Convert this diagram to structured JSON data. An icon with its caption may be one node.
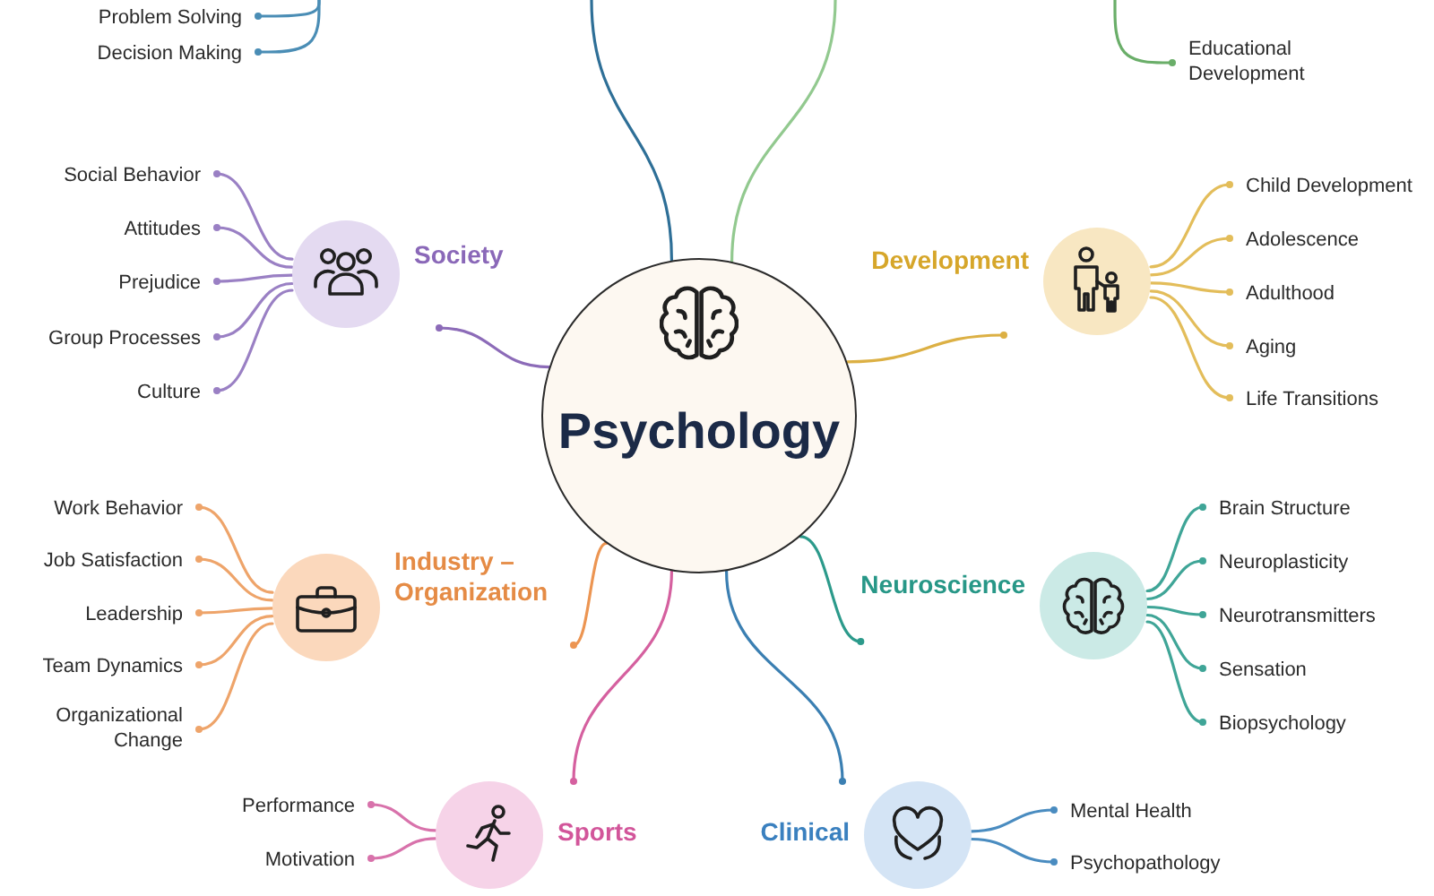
{
  "diagram": {
    "nodes": [
      {
        "text": [
          "Psychology"
        ]
      },
      {
        "text": [
          "Problem Solving"
        ]
      },
      {
        "text": [
          "Decision Making"
        ]
      },
      {
        "text": [
          "Educational Development"
        ]
      },
      {
        "text": [
          "Society"
        ]
      },
      {
        "text": [
          "Social Behavior"
        ]
      },
      {
        "text": [
          "Attitudes"
        ]
      },
      {
        "text": [
          "Prejudice"
        ]
      },
      {
        "text": [
          "Group Processes"
        ]
      },
      {
        "text": [
          "Culture"
        ]
      },
      {
        "text": [
          "Development"
        ]
      },
      {
        "text": [
          "Child Development"
        ]
      },
      {
        "text": [
          "Adolescence"
        ]
      },
      {
        "text": [
          "Adulthood"
        ]
      },
      {
        "text": [
          "Aging"
        ]
      },
      {
        "text": [
          "Life Transitions"
        ]
      },
      {
        "text": [
          "Industry – Organization"
        ]
      },
      {
        "text": [
          "Work Behavior"
        ]
      },
      {
        "text": [
          "Job Satisfaction"
        ]
      },
      {
        "text": [
          "Leadership"
        ]
      },
      {
        "text": [
          "Team Dynamics"
        ]
      },
      {
        "text": [
          "Organizational Change"
        ]
      },
      {
        "text": [
          "Neuroscience"
        ]
      },
      {
        "text": [
          "Brain Structure"
        ]
      },
      {
        "text": [
          "Neuroplasticity"
        ]
      },
      {
        "text": [
          "Neurotransmitters"
        ]
      },
      {
        "text": [
          "Sensation"
        ]
      },
      {
        "text": [
          "Biopsychology"
        ]
      },
      {
        "text": [
          "Sports"
        ]
      },
      {
        "text": [
          "Performance"
        ]
      },
      {
        "text": [
          "Motivation"
        ]
      },
      {
        "text": [
          "Clinical"
        ]
      },
      {
        "text": [
          "Mental Health"
        ]
      },
      {
        "text": [
          "Psychopathology"
        ]
      }
    ],
    "edges": [
      {
        "from": 0,
        "to": null,
        "arrow": "none",
        "color": "#2e6f97"
      },
      {
        "from": 0,
        "to": null,
        "arrow": "none",
        "color": "#92c98f"
      },
      {
        "from": null,
        "to": 1,
        "arrow": "other",
        "color": "#4a8db5"
      },
      {
        "from": null,
        "to": 2,
        "arrow": "other",
        "color": "#4a8db5"
      },
      {
        "from": null,
        "to": 3,
        "arrow": "other",
        "color": "#6aae69"
      },
      {
        "from": 0,
        "to": 4,
        "arrow": "other",
        "color": "#8c6bb8"
      },
      {
        "from": 4,
        "to": 5,
        "arrow": "other",
        "color": "#9a80c4"
      },
      {
        "from": 4,
        "to": 6,
        "arrow": "other",
        "color": "#9a80c4"
      },
      {
        "from": 4,
        "to": 7,
        "arrow": "other",
        "color": "#9a80c4"
      },
      {
        "from": 4,
        "to": 8,
        "arrow": "other",
        "color": "#9a80c4"
      },
      {
        "from": 4,
        "to": 9,
        "arrow": "other",
        "color": "#9a80c4"
      },
      {
        "from": 0,
        "to": 10,
        "arrow": "other",
        "color": "#dcb044"
      },
      {
        "from": 10,
        "to": 11,
        "arrow": "other",
        "color": "#e3bd5a"
      },
      {
        "from": 10,
        "to": 12,
        "arrow": "other",
        "color": "#e3bd5a"
      },
      {
        "from": 10,
        "to": 13,
        "arrow": "other",
        "color": "#e3bd5a"
      },
      {
        "from": 10,
        "to": 14,
        "arrow": "other",
        "color": "#e3bd5a"
      },
      {
        "from": 10,
        "to": 15,
        "arrow": "other",
        "color": "#e3bd5a"
      },
      {
        "from": 0,
        "to": 16,
        "arrow": "other",
        "color": "#ec9552"
      },
      {
        "from": 16,
        "to": 17,
        "arrow": "other",
        "color": "#eea46a"
      },
      {
        "from": 16,
        "to": 18,
        "arrow": "other",
        "color": "#eea46a"
      },
      {
        "from": 16,
        "to": 19,
        "arrow": "other",
        "color": "#eea46a"
      },
      {
        "from": 16,
        "to": 20,
        "arrow": "other",
        "color": "#eea46a"
      },
      {
        "from": 16,
        "to": 21,
        "arrow": "other",
        "color": "#eea46a"
      },
      {
        "from": 0,
        "to": 22,
        "arrow": "other",
        "color": "#2c9a8b"
      },
      {
        "from": 22,
        "to": 23,
        "arrow": "other",
        "color": "#3fa597"
      },
      {
        "from": 22,
        "to": 24,
        "arrow": "other",
        "color": "#3fa597"
      },
      {
        "from": 22,
        "to": 25,
        "arrow": "other",
        "color": "#3fa597"
      },
      {
        "from": 22,
        "to": 26,
        "arrow": "other",
        "color": "#3fa597"
      },
      {
        "from": 22,
        "to": 27,
        "arrow": "other",
        "color": "#3fa597"
      },
      {
        "from": 0,
        "to": 28,
        "arrow": "other",
        "color": "#d5609f"
      },
      {
        "from": 28,
        "to": 29,
        "arrow": "other",
        "color": "#d872ab"
      },
      {
        "from": 28,
        "to": 30,
        "arrow": "other",
        "color": "#d872ab"
      },
      {
        "from": 0,
        "to": 31,
        "arrow": "other",
        "color": "#3b7fb2"
      },
      {
        "from": 31,
        "to": 32,
        "arrow": "other",
        "color": "#4a8cc0"
      },
      {
        "from": 31,
        "to": 33,
        "arrow": "other",
        "color": "#4a8cc0"
      }
    ]
  }
}
